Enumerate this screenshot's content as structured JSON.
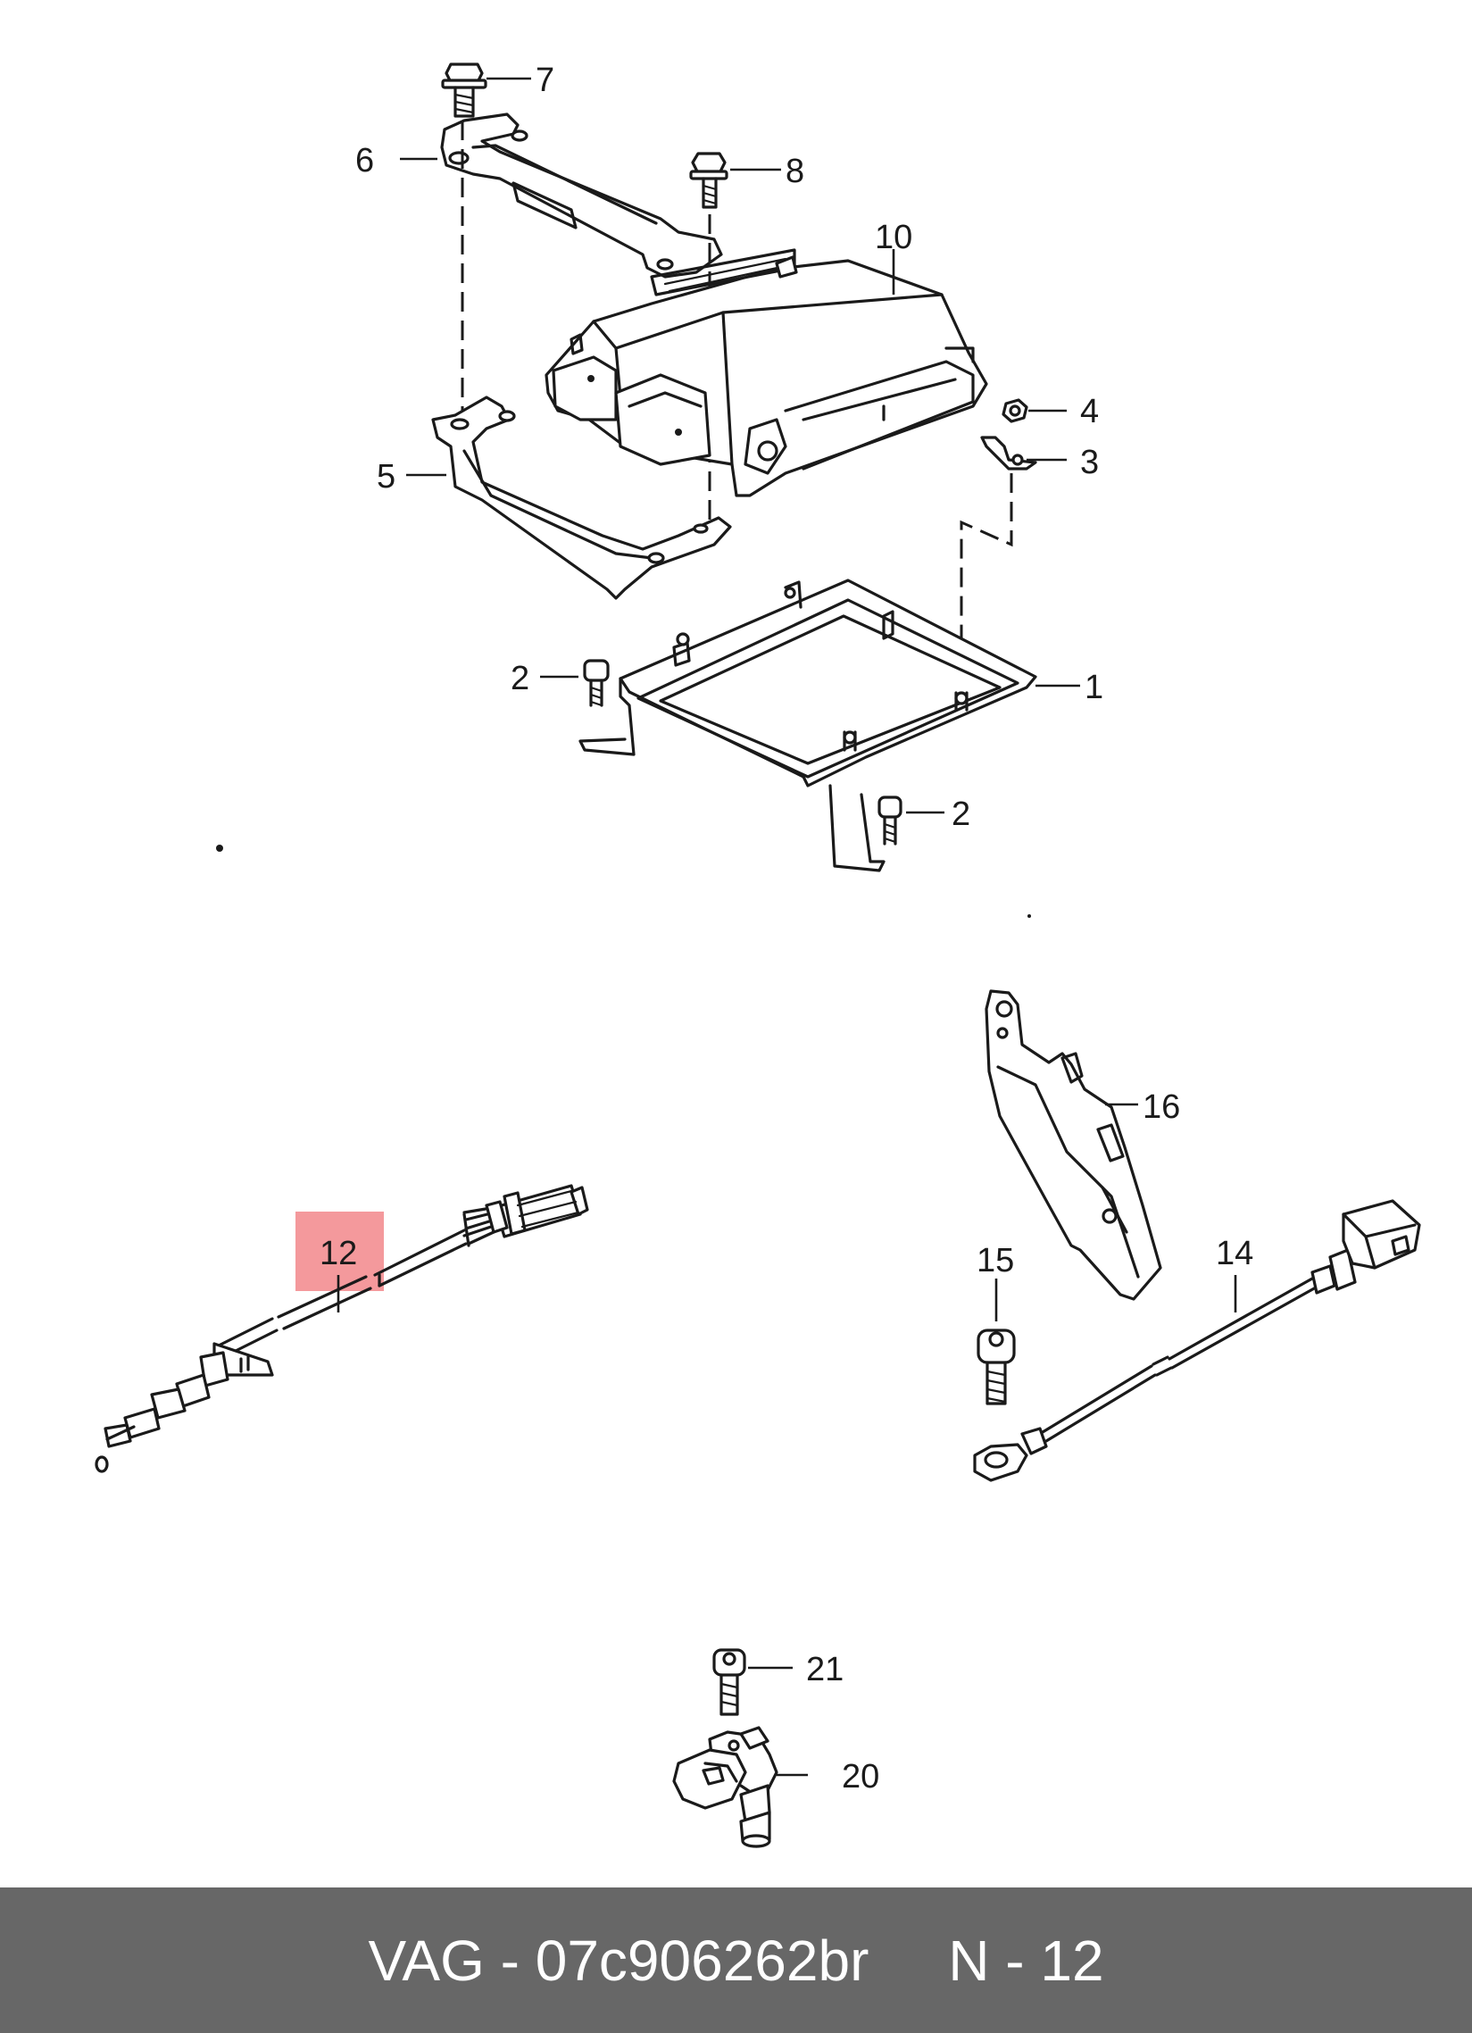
{
  "diagram": {
    "callouts": {
      "c1": "1",
      "c2a": "2",
      "c2b": "2",
      "c3": "3",
      "c4": "4",
      "c5": "5",
      "c6": "6",
      "c7": "7",
      "c8": "8",
      "c10": "10",
      "c12": "12",
      "c14": "14",
      "c15": "15",
      "c16": "16",
      "c20": "20",
      "c21": "21"
    },
    "highlighted_part": "12",
    "highlight_color": "#f4999c"
  },
  "footer": {
    "brand": "VAG",
    "separator1": " - ",
    "part_number": "07c906262br",
    "gap": "     ",
    "position_label": "N - 12",
    "background_color": "#676767",
    "text_color": "#ffffff"
  }
}
